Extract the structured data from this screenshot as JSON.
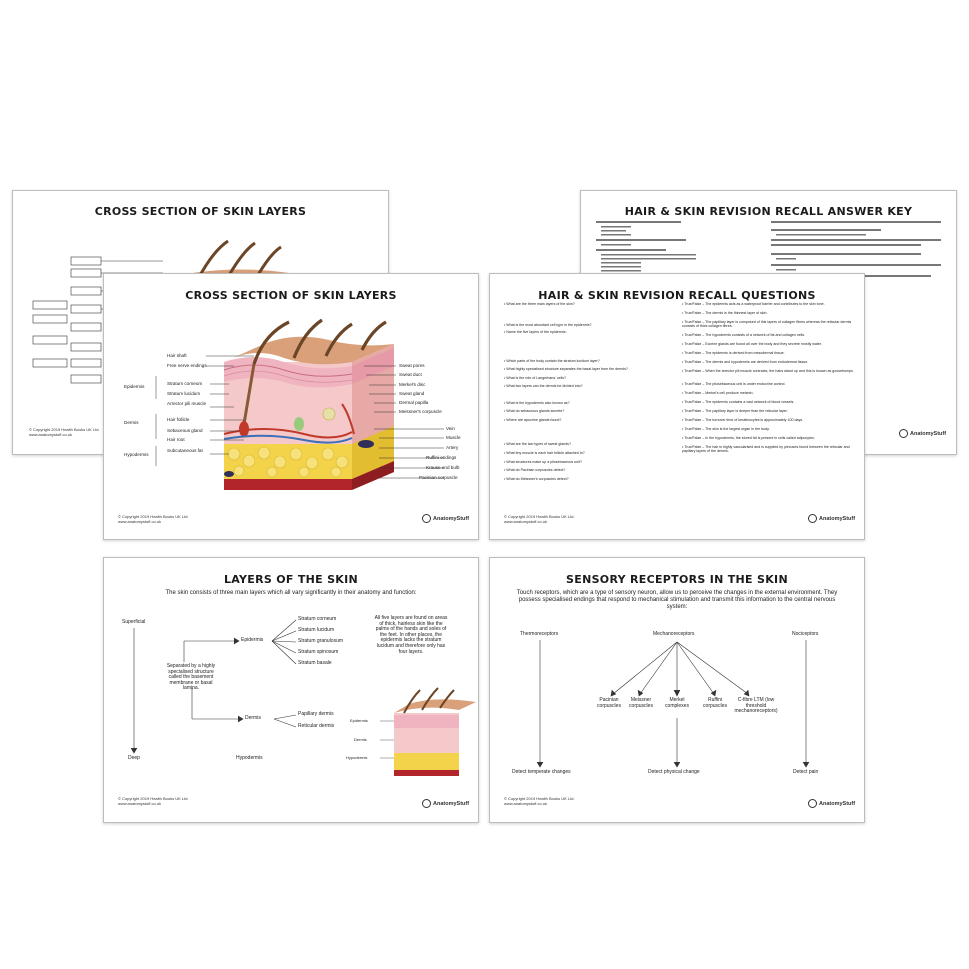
{
  "footer": {
    "copyright": "© Copyright 2019 Health Books UK Ltd.",
    "website": "www.anatomystuff.co.uk",
    "brand": "AnatomyStuff"
  },
  "sheet_back_left": {
    "title": "CROSS SECTION OF SKIN LAYERS"
  },
  "sheet_back_right": {
    "title": "HAIR & SKIN REVISION RECALL ANSWER KEY"
  },
  "sheet_cross_section": {
    "title": "CROSS SECTION OF SKIN LAYERS",
    "left_labels": [
      "Hair shaft",
      "Free nerve endings",
      "Stratum corneum",
      "Stratum lucidum",
      "Arrector pili muscle",
      "Hair follicle",
      "Sebaceous gland",
      "Hair root",
      "Subcutaneous fat"
    ],
    "layer_labels": [
      "Epidermis",
      "Dermis",
      "Hypodermis"
    ],
    "right_labels": [
      "Sweat pores",
      "Sweat duct",
      "Merkel's disc",
      "Sweat gland",
      "Dermal papilla",
      "Meissner's corpuscle",
      "Vein",
      "Muscle",
      "Artery",
      "Ruffini endings",
      "Krause end bulb",
      "Pacinian corpuscle"
    ]
  },
  "sheet_questions": {
    "title": "HAIR & SKIN REVISION RECALL QUESTIONS",
    "left_questions": [
      "• What are the three main layers of the skin?",
      "• What is the most abundant cell type in the epidermis?",
      "• Name the five layers of the epidermis:",
      "• Which parts of the body contain the stratum lucidum layer?",
      "• What highly specialised structure separates the basal layer from the dermis?",
      "• What is the role of Langerhans' cells?",
      "• What two layers can the dermis be divided into?",
      "• What is the hypodermis also known as?",
      "• What do sebaceous glands secrete?",
      "• Where are apocrine glands found?",
      "• What are the two types of sweat glands?",
      "• What tiny muscle is each hair follicle attached to?",
      "• What structures make up a pilosebaceous unit?",
      "• What do Pacinian corpuscles detect?",
      "• What do Meissner's corpuscles detect?"
    ],
    "right_questions": [
      "• True/False – The epidermis acts as a waterproof barrier and contributes to the skin tone.",
      "• True/False – The dermis is the thinnest layer of skin.",
      "• True/False – The papillary layer is composed of this layers of collagen fibres whereas the reticular dermis consists of thick collagen fibres.",
      "• True/False – The hypodermis consists of a network of fat and collagen cells.",
      "• True/False – Eccrine glands are found all over the body and they secrete mostly water.",
      "• True/False – The epidermis is derived from mesodermal tissue.",
      "• True/False – The dermis and hypodermis are derived from endodermal tissue.",
      "• True/False – When the arrector pili muscle contracts, the hairs stand up and this is known as goosebumps.",
      "• True/False – The pilosebaceous unit is under endocrine control.",
      "• True/False – Merkel's cell produce melanin.",
      "• True/False – The epidermis contains a vast network of blood vessels.",
      "• True/False – The papillary layer is deeper than the reticular layer.",
      "• True/False – The turnover time of keratinocytes is approximately 100 days.",
      "• True/False – The skin is the largest organ in the body.",
      "• True/False – In the hypodermis, the stored fat is present in cells called adipocytes.",
      "• True/False – The hair is highly vascularised and is supplied by plexuses found between the reticular and papillary layers of the dermis."
    ]
  },
  "sheet_layers": {
    "title": "LAYERS OF THE SKIN",
    "intro": "The skin consists of three main layers which all vary significantly in their anatomy and function:",
    "superficial": "Superficial",
    "deep": "Deep",
    "epidermis": "Epidermis",
    "dermis": "Dermis",
    "hypodermis": "Hypodermis",
    "strata": [
      "Stratum corneum",
      "Stratum lucidum",
      "Stratum granulosum",
      "Stratum spinosum",
      "Stratum basale"
    ],
    "dermis_layers": [
      "Papillary dermis",
      "Reticular dermis"
    ],
    "separator_note": "Separated by a highly specialised structure called the basement membrane or basal lamina.",
    "five_layers_note": "All five layers are found on areas of thick, hairless skin like the palms of the hands and soles of the feet. In other places, the epidermis lacks the stratum lucidum and therefore only has four layers.",
    "mini_labels": [
      "Epidermis",
      "Dermis",
      "Hypodermis"
    ]
  },
  "sheet_sensory": {
    "title": "SENSORY RECEPTORS IN THE SKIN",
    "intro": "Touch receptors, which are a type of sensory neuron, allow us to perceive the changes in the external environment. They possess specialised endings that respond to mechanical stimulation and transmit this information to the central nervous system:",
    "categories": [
      "Thermoreceptors",
      "Mechanoreceptors",
      "Nociceptors"
    ],
    "mechano_types": [
      "Pacinian corpuscles",
      "Meissner corpuscles",
      "Merkel complexes",
      "Ruffini corpuscles",
      "C-fibre LTM (low threshold mechanoreceptors)"
    ],
    "outcomes": [
      "Detect temperate changes",
      "Detect physical change",
      "Detect pain"
    ]
  },
  "colors": {
    "skin_top": "#d9a07a",
    "epidermis": "#f0b3c0",
    "dermis": "#f5c9c9",
    "fat": "#f3d34a",
    "muscle": "#b2262b",
    "hair": "#6b4526"
  }
}
